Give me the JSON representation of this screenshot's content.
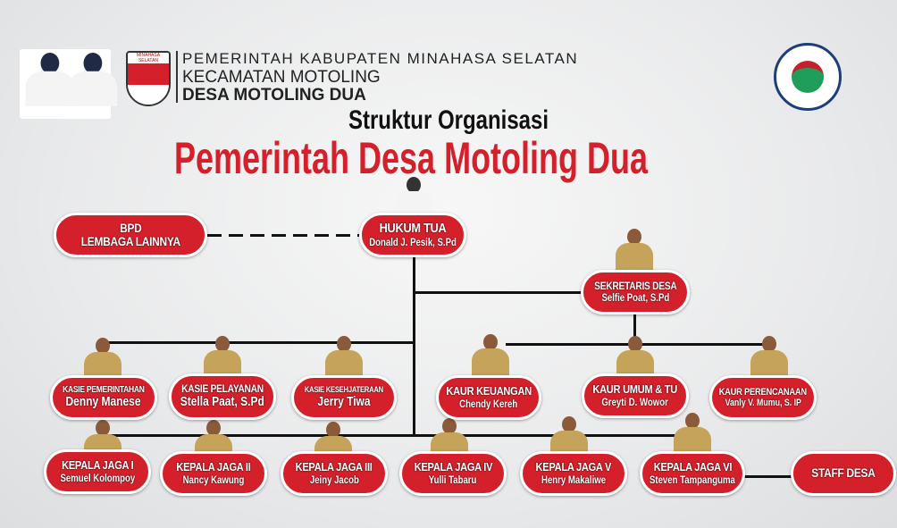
{
  "header": {
    "line1": "PEMERINTAH KABUPATEN MINAHASA SELATAN",
    "line2": "KECAMATAN MOTOLING",
    "line3": "DESA MOTOLING DUA",
    "crest_text": "MINAHASA SELATAN"
  },
  "title": {
    "line1": "Struktur Organisasi",
    "line2": "Pemerintah Desa Motoling Dua"
  },
  "colors": {
    "accent": "#d4202a",
    "line": "#111111",
    "uniform": "#c5a35a"
  },
  "nodes": {
    "bpd": {
      "role": "BPD",
      "name": "LEMBAGA LAINNYA"
    },
    "hukum_tua": {
      "role": "HUKUM TUA",
      "name": "Donald J. Pesik, S.Pd"
    },
    "sekretaris": {
      "role": "SEKRETARIS DESA",
      "name": "Selfie Poat, S.Pd"
    },
    "kasie_pemerintahan": {
      "role": "KASIE PEMERINTAHAN",
      "name": "Denny Manese"
    },
    "kasie_pelayanan": {
      "role": "KASIE PELAYANAN",
      "name": "Stella Paat, S.Pd"
    },
    "kasie_kesejahteraan": {
      "role": "KASIE KESEHJATERAAN",
      "name": "Jerry Tiwa"
    },
    "kaur_keuangan": {
      "role": "KAUR KEUANGAN",
      "name": "Chendy Kereh"
    },
    "kaur_umum": {
      "role": "KAUR UMUM &  TU",
      "name": "Greyti D.  Wowor"
    },
    "kaur_perencanaan": {
      "role": "KAUR PERENCANAAN",
      "name": "Vanly V. Mumu, S. IP"
    },
    "jaga1": {
      "role": "KEPALA JAGA I",
      "name": "Semuel Kolompoy"
    },
    "jaga2": {
      "role": "KEPALA JAGA II",
      "name": "Nancy Kawung"
    },
    "jaga3": {
      "role": "KEPALA JAGA III",
      "name": "Jeiny Jacob"
    },
    "jaga4": {
      "role": "KEPALA JAGA IV",
      "name": "Yulli Tabaru"
    },
    "jaga5": {
      "role": "KEPALA JAGA V",
      "name": "Henry Makaliwe"
    },
    "jaga6": {
      "role": "KEPALA JAGA VI",
      "name": "Steven Tampanguma"
    },
    "staff": {
      "role": "STAFF DESA"
    }
  }
}
